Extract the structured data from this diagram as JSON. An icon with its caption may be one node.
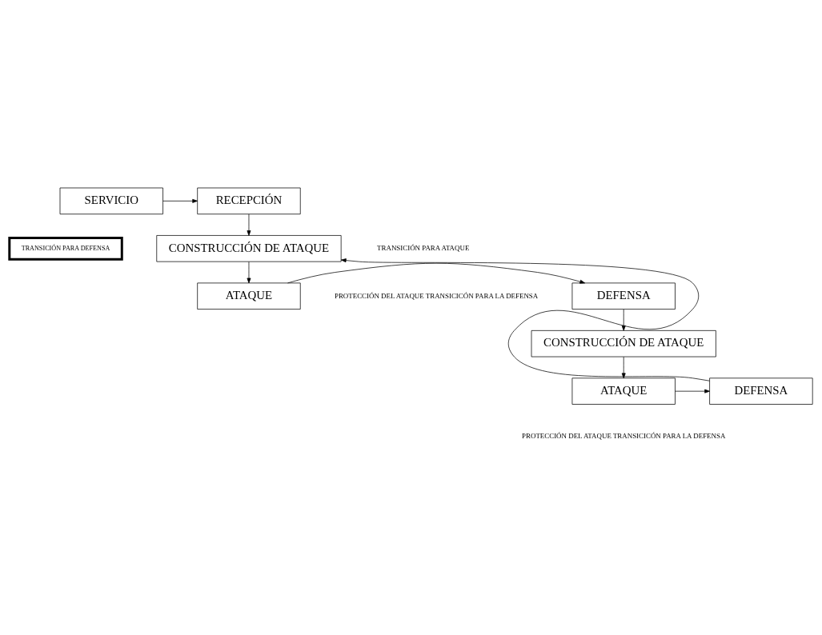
{
  "diagram": {
    "nodes": [
      {
        "text": [
          "SERVICIO"
        ]
      },
      {
        "text": [
          "RECEPCIÓN"
        ]
      },
      {
        "text": [
          "TRANSICIÓN PARA DEFENSA"
        ]
      },
      {
        "text": [
          "CONSTRUCCIÓN DE ATAQUE"
        ]
      },
      {
        "text": [
          "DEFENSA"
        ]
      },
      {
        "text": [
          "ATAQUE"
        ]
      },
      {
        "text": [
          "CONSTRUCCIÓN DE ATAQUE"
        ]
      },
      {
        "text": [
          "ATAQUE"
        ]
      },
      {
        "text": [
          "DEFENSA"
        ]
      }
    ],
    "edges": [
      {
        "from": 0,
        "to": 1,
        "arrow": "to"
      },
      {
        "from": 1,
        "to": 3,
        "arrow": "to"
      },
      {
        "from": 3,
        "to": 5,
        "arrow": "to"
      },
      {
        "from": 5,
        "to": 4,
        "arrow": "to"
      },
      {
        "from": 4,
        "to": 6,
        "arrow": "to"
      },
      {
        "from": 6,
        "to": 7,
        "arrow": "to"
      },
      {
        "from": 7,
        "to": 8,
        "arrow": "to"
      },
      {
        "from": 8,
        "to": 3,
        "arrow": "to"
      }
    ],
    "labels": [
      "TRANSICIÓN PARA ATAQUE",
      "PROTECCIÓN DEL ATAQUE TRANSICICÓN PARA LA DEFENSA",
      "PROTECCIÓN DEL ATAQUE TRANSICICÓN PARA LA DEFENSA"
    ]
  }
}
